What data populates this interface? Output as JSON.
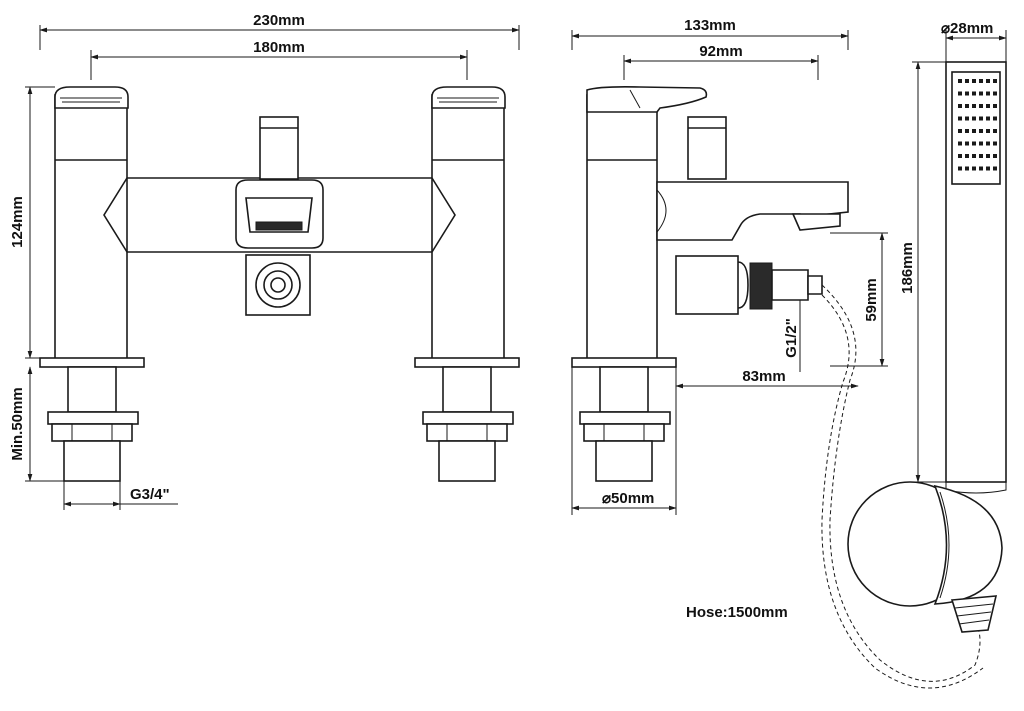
{
  "dimensions": {
    "overall_width": "230mm",
    "centres": "180mm",
    "height": "124mm",
    "min_shank": "Min.50mm",
    "inlet_thread": "G3/4\"",
    "depth": "133mm",
    "spout_depth": "92mm",
    "outlet_height": "59mm",
    "outlet_thread": "G1/2\"",
    "outlet_projection": "83mm",
    "base_diameter": "50mm",
    "handset_diameter": "28mm",
    "handset_length": "186mm",
    "hose": "Hose:1500mm"
  },
  "symbols": {
    "diameter": "⌀"
  },
  "colors": {
    "line": "#1a1a1a",
    "background": "#ffffff"
  }
}
